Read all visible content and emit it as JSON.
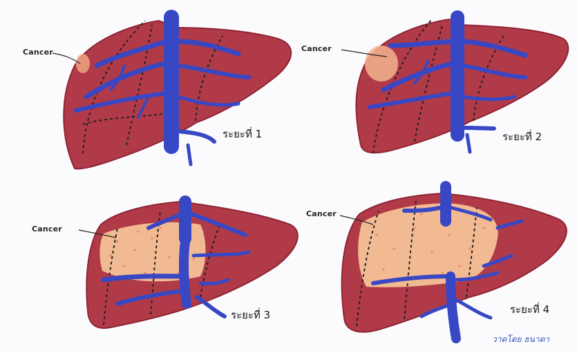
{
  "panels": [
    {
      "cancer_label": "Cancer",
      "stage_label": "ระยะที่ 1"
    },
    {
      "cancer_label": "Cancer",
      "stage_label": "ระยะที่ 2"
    },
    {
      "cancer_label": "Cancer",
      "stage_label": "ระยะที่ 3"
    },
    {
      "cancer_label": "Cancer",
      "stage_label": "ระยะที่ 4"
    }
  ],
  "signature": "วาดโดย ธนาดา",
  "colors": {
    "liver": "#b13a48",
    "liver_edge": "#8e2434",
    "vessels": "#3847c4",
    "tumor": "#f6c197",
    "tumor_spots": "#e56a5d"
  }
}
